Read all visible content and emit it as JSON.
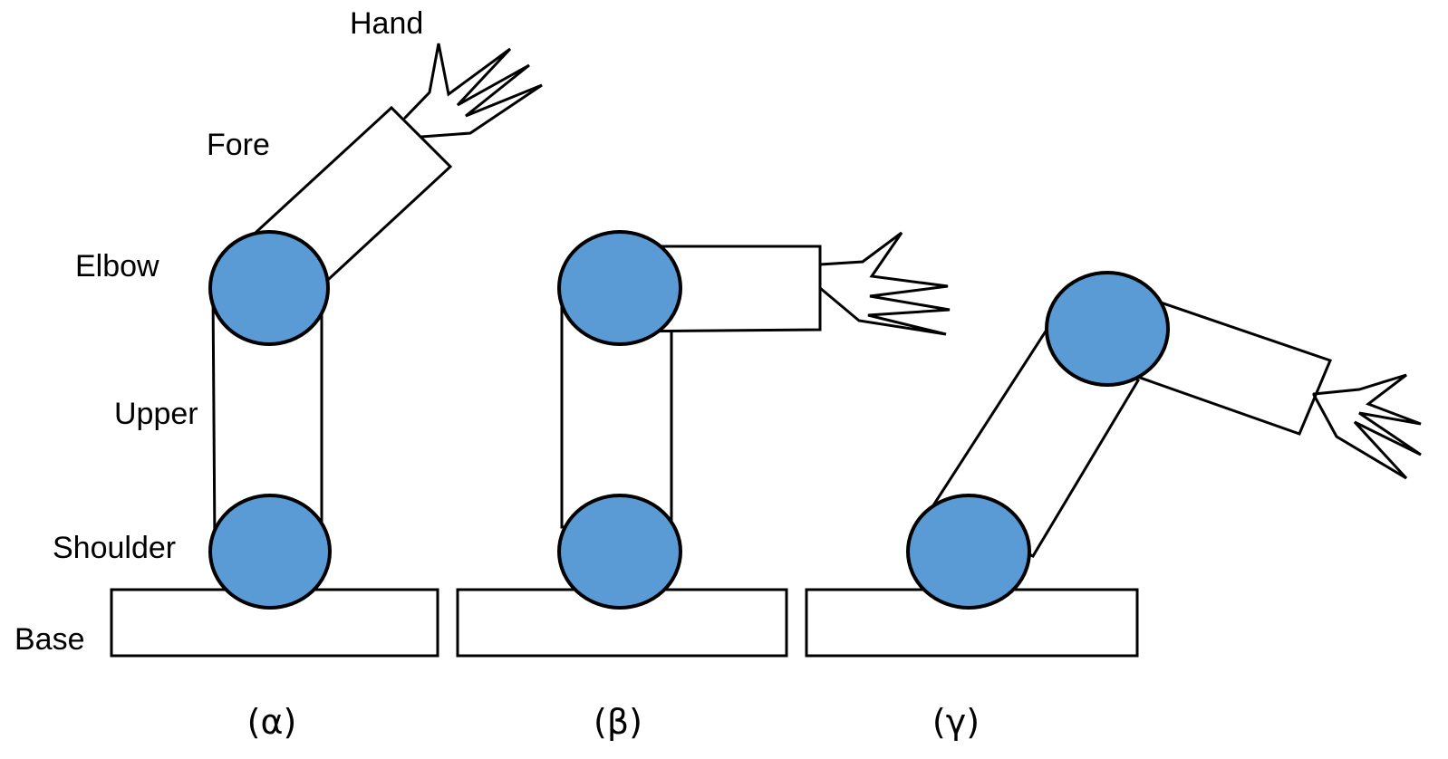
{
  "labels": {
    "hand": "Hand",
    "fore": "Fore",
    "elbow": "Elbow",
    "upper": "Upper",
    "shoulder": "Shoulder",
    "base": "Base"
  },
  "captions": {
    "alpha": "(α)",
    "beta": "(β)",
    "gamma": "(γ)"
  },
  "colors": {
    "joint_fill": "#5b9bd5",
    "stroke": "#000000"
  }
}
